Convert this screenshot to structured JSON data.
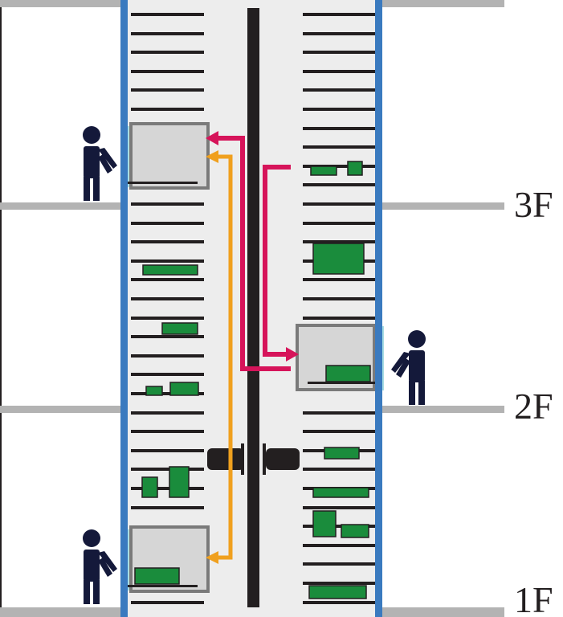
{
  "floors": [
    {
      "label": "3F"
    },
    {
      "label": "2F"
    },
    {
      "label": "1F"
    }
  ],
  "colors": {
    "floor_line": "#b3b3b3",
    "shaft_wall": "#3a7abf",
    "shaft_bg": "#ededed",
    "shelf": "#231f20",
    "rail": "#231f20",
    "item": "#1a8c3c",
    "station_box": "#d6d6d6",
    "station_frame": "#7a7a7a",
    "window": "#a8dde3",
    "route_magenta": "#d6145a",
    "route_orange": "#f0a01e",
    "person": "#14193a"
  },
  "icons": [
    "person-icon",
    "arrow-icon",
    "coupling-icon"
  ]
}
